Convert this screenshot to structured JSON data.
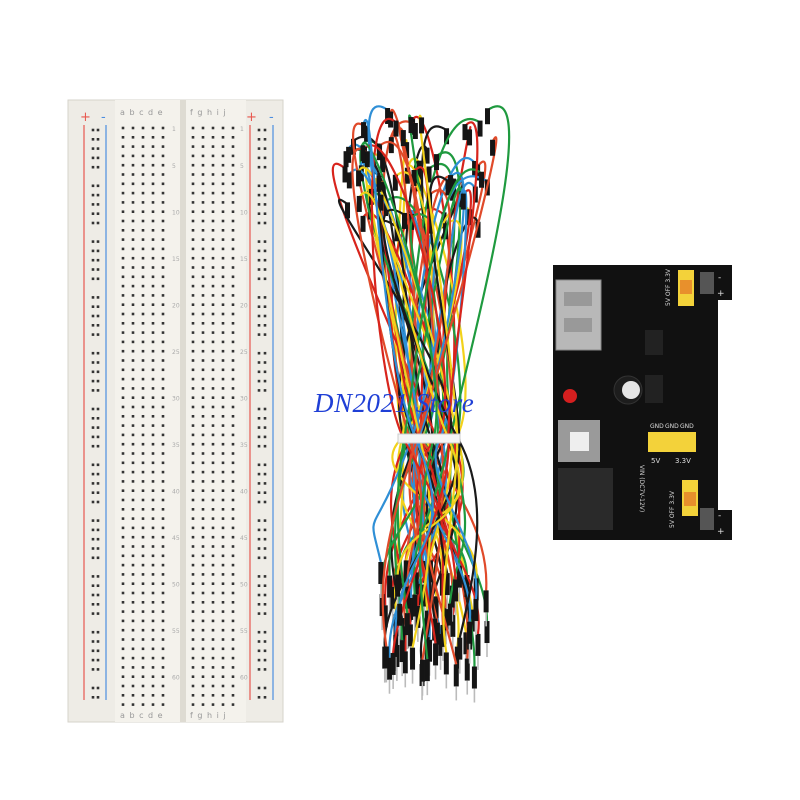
{
  "watermark": "DN2021 Store",
  "breadboard": {
    "columns_left": "a b c d e",
    "columns_right": "f g h i j",
    "row_numbers": [
      "1",
      "5",
      "10",
      "15",
      "20",
      "25",
      "30",
      "35",
      "40",
      "45",
      "50",
      "55",
      "60"
    ],
    "rail_plus": "+",
    "rail_minus": "-",
    "colors": {
      "body": "#eeece6",
      "rail_red": "#e8584f",
      "rail_blue": "#4b8ee0"
    }
  },
  "jumper_wires": {
    "colors": [
      "#d8241c",
      "#f2d21b",
      "#1f9a3f",
      "#2f8fd6",
      "#1a1a1a",
      "#e04a2a"
    ]
  },
  "power_module": {
    "top_jumper_label": "5V OFF 3.3V",
    "bottom_jumper_label": "5V OFF 3.3V",
    "gnd_labels": [
      "GND",
      "GND",
      "GND"
    ],
    "rail_5v": "5V",
    "rail_33v": "3.3V",
    "vin_label": "VIN (DC7V-12V)",
    "plus": "+",
    "minus": "-",
    "colors": {
      "pcb": "#111111",
      "header": "#f3d23a",
      "led": "#d51f1f"
    }
  }
}
